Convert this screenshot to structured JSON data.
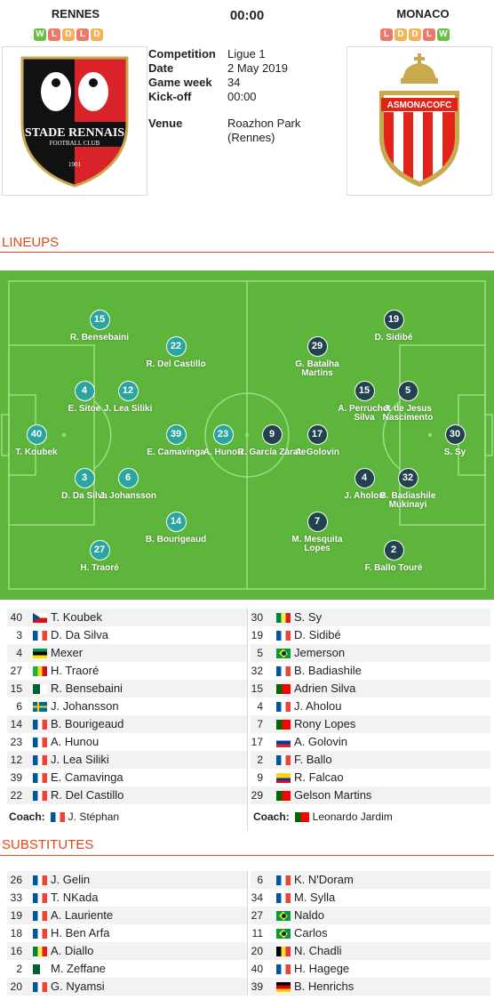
{
  "match": {
    "home_team": "RENNES",
    "away_team": "MONACO",
    "time": "00:00",
    "home_form": [
      "W",
      "L",
      "D",
      "L",
      "D"
    ],
    "away_form": [
      "L",
      "D",
      "D",
      "L",
      "W"
    ]
  },
  "logos": {
    "home_text": "STADE RENNAIS",
    "home_sub": "FOOTBALL CLUB",
    "home_year": "1901",
    "away_text": "ASMONACOFC"
  },
  "info": {
    "competition_label": "Competition",
    "competition": "Ligue 1",
    "date_label": "Date",
    "date": "2 May 2019",
    "gameweek_label": "Game week",
    "gameweek": "34",
    "kickoff_label": "Kick-off",
    "kickoff": "00:00",
    "venue_label": "Venue",
    "venue": "Roazhon Park (Rennes)"
  },
  "sections": {
    "lineups": "LINEUPS",
    "substitutes": "SUBSTITUTES"
  },
  "pitch": {
    "home": [
      {
        "num": "40",
        "name": "T. Koubek"
      },
      {
        "num": "15",
        "name": "R. Bensebaini"
      },
      {
        "num": "4",
        "name": "E. Sitoe"
      },
      {
        "num": "3",
        "name": "D. Da Silva"
      },
      {
        "num": "27",
        "name": "H. Traoré"
      },
      {
        "num": "12",
        "name": "J. Lea Siliki"
      },
      {
        "num": "6",
        "name": "J. Johansson"
      },
      {
        "num": "22",
        "name": "R. Del Castillo"
      },
      {
        "num": "39",
        "name": "E. Camavinga"
      },
      {
        "num": "14",
        "name": "B. Bourigeaud"
      },
      {
        "num": "23",
        "name": "A. Hunou"
      }
    ],
    "away": [
      {
        "num": "30",
        "name": "S. Sy"
      },
      {
        "num": "19",
        "name": "D. Sidibé"
      },
      {
        "num": "15",
        "name": "A. Perruchet Silva"
      },
      {
        "num": "5",
        "name": "J. de Jesus Nascimento"
      },
      {
        "num": "4",
        "name": "J. Aholou"
      },
      {
        "num": "32",
        "name": "B. Badiashile Mukinayi"
      },
      {
        "num": "2",
        "name": "F. Ballo Touré"
      },
      {
        "num": "29",
        "name": "G. Batalha Martins"
      },
      {
        "num": "17",
        "name": "A. Golovin"
      },
      {
        "num": "7",
        "name": "M. Mesquita Lopes"
      },
      {
        "num": "9",
        "name": "R. García Zárate"
      }
    ]
  },
  "lineup_home": [
    {
      "num": "40",
      "name": "T. Koubek",
      "flag": "cz"
    },
    {
      "num": "3",
      "name": "D. Da Silva",
      "flag": "fr"
    },
    {
      "num": "4",
      "name": "Mexer",
      "flag": "mz"
    },
    {
      "num": "27",
      "name": "H. Traoré",
      "flag": "ml"
    },
    {
      "num": "15",
      "name": "R. Bensebaini",
      "flag": "dz"
    },
    {
      "num": "6",
      "name": "J. Johansson",
      "flag": "se"
    },
    {
      "num": "14",
      "name": "B. Bourigeaud",
      "flag": "fr"
    },
    {
      "num": "23",
      "name": "A. Hunou",
      "flag": "fr"
    },
    {
      "num": "12",
      "name": "J. Lea Siliki",
      "flag": "fr"
    },
    {
      "num": "39",
      "name": "E. Camavinga",
      "flag": "fr"
    },
    {
      "num": "22",
      "name": "R. Del Castillo",
      "flag": "fr"
    }
  ],
  "lineup_away": [
    {
      "num": "30",
      "name": "S. Sy",
      "flag": "sn"
    },
    {
      "num": "19",
      "name": "D. Sidibé",
      "flag": "fr"
    },
    {
      "num": "5",
      "name": "Jemerson",
      "flag": "br"
    },
    {
      "num": "32",
      "name": "B. Badiashile",
      "flag": "fr"
    },
    {
      "num": "15",
      "name": "Adrien Silva",
      "flag": "pt"
    },
    {
      "num": "4",
      "name": "J. Aholou",
      "flag": "fr"
    },
    {
      "num": "7",
      "name": "Rony Lopes",
      "flag": "pt"
    },
    {
      "num": "17",
      "name": "A. Golovin",
      "flag": "ru"
    },
    {
      "num": "2",
      "name": "F. Ballo",
      "flag": "fr"
    },
    {
      "num": "9",
      "name": "R. Falcao",
      "flag": "co"
    },
    {
      "num": "29",
      "name": "Gelson Martins",
      "flag": "pt"
    }
  ],
  "coach": {
    "label": "Coach:",
    "home": "J. Stéphan",
    "home_flag": "fr",
    "away": "Leonardo Jardim",
    "away_flag": "pt"
  },
  "subs_home": [
    {
      "num": "26",
      "name": "J. Gelin",
      "flag": "fr"
    },
    {
      "num": "33",
      "name": "T. NKada",
      "flag": "fr"
    },
    {
      "num": "19",
      "name": "A. Lauriente",
      "flag": "fr"
    },
    {
      "num": "18",
      "name": "H. Ben Arfa",
      "flag": "fr"
    },
    {
      "num": "16",
      "name": "A. Diallo",
      "flag": "sn"
    },
    {
      "num": "2",
      "name": "M. Zeffane",
      "flag": "dz"
    },
    {
      "num": "20",
      "name": "G. Nyamsi",
      "flag": "fr"
    }
  ],
  "subs_away": [
    {
      "num": "6",
      "name": "K. N'Doram",
      "flag": "fr"
    },
    {
      "num": "34",
      "name": "M. Sylla",
      "flag": "fr"
    },
    {
      "num": "27",
      "name": "Naldo",
      "flag": "br"
    },
    {
      "num": "11",
      "name": "Carlos",
      "flag": "br"
    },
    {
      "num": "20",
      "name": "N. Chadli",
      "flag": "be"
    },
    {
      "num": "40",
      "name": "H. Hagege",
      "flag": "fr"
    },
    {
      "num": "39",
      "name": "B. Henrichs",
      "flag": "de"
    }
  ],
  "colors": {
    "accent": "#e2461d",
    "pitch": "#5db53b",
    "home_marker": "#2aa69e",
    "away_marker": "#23424f",
    "form_win": "#6bbe45",
    "form_loss": "#e97a6a",
    "form_draw": "#f0b45a"
  }
}
